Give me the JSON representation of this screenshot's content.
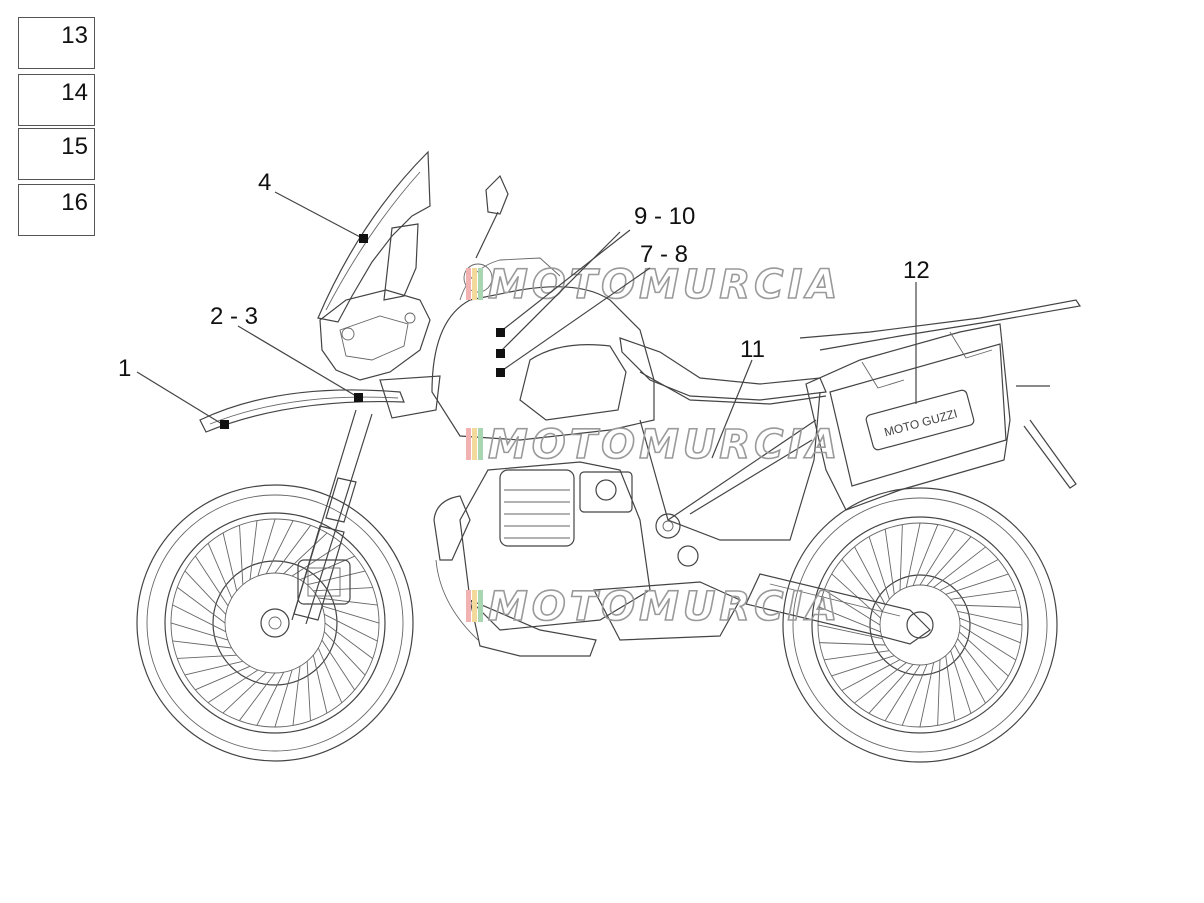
{
  "side_boxes": [
    "13",
    "14",
    "15",
    "16"
  ],
  "callouts": {
    "c1": "1",
    "c2_3": "2 - 3",
    "c4": "4",
    "c9_10": "9 - 10",
    "c7_8": "7 - 8",
    "c11": "11",
    "c12": "12"
  },
  "pannier_logo": "MOTO GUZZI",
  "watermark": "MOTOMURCIA"
}
